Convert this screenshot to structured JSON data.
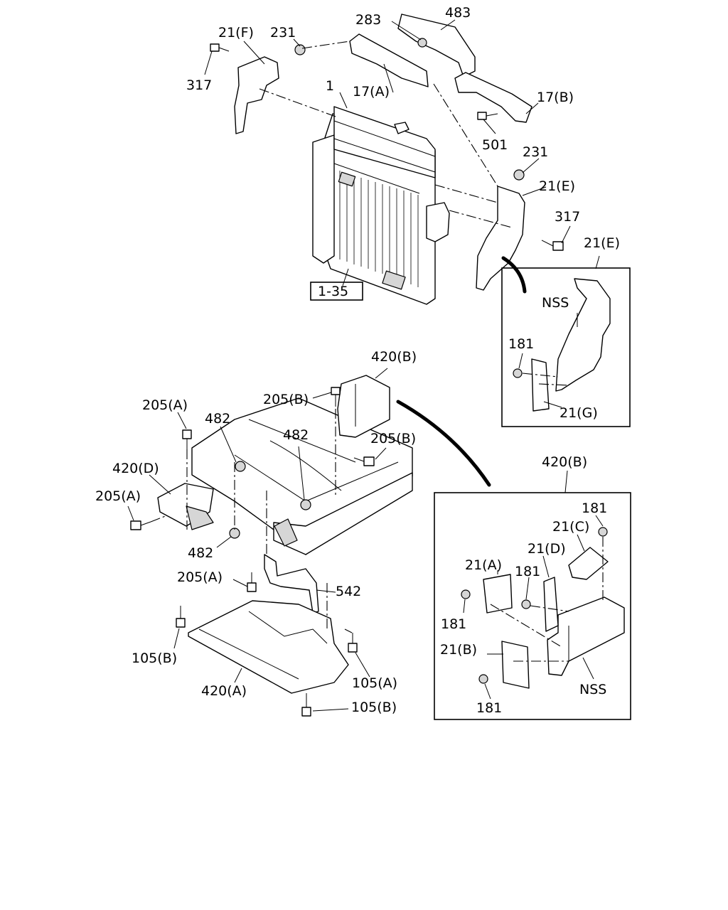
{
  "callouts": {
    "c_21F": "21(F)",
    "c_231_top": "231",
    "c_283": "283",
    "c_483": "483",
    "c_317_top": "317",
    "c_1": "1",
    "c_17A": "17(A)",
    "c_17B": "17(B)",
    "c_501": "501",
    "c_231_right": "231",
    "c_21E": "21(E)",
    "c_317_right": "317",
    "c_1_35": "1-35",
    "c_420B_top": "420(B)",
    "c_205B_top": "205(B)",
    "c_205A_top": "205(A)",
    "c_482_left": "482",
    "c_482_mid": "482",
    "c_205B_right": "205(B)",
    "c_420D": "420(D)",
    "c_205A_left": "205(A)",
    "c_482_bottom": "482",
    "c_205A_bottom": "205(A)",
    "c_542": "542",
    "c_105B_left": "105(B)",
    "c_105A": "105(A)",
    "c_420A": "420(A)",
    "c_105B_bottom": "105(B)"
  },
  "detail_e": {
    "title": "21(E)",
    "nss": "NSS",
    "c_181": "181",
    "c_21G": "21(G)"
  },
  "detail_b": {
    "title": "420(B)",
    "c_181_top": "181",
    "c_21C": "21(C)",
    "c_21D": "21(D)",
    "c_21A": "21(A)",
    "c_181_mid": "181",
    "c_181_left": "181",
    "c_21B": "21(B)",
    "nss": "NSS",
    "c_181_bottom": "181"
  }
}
